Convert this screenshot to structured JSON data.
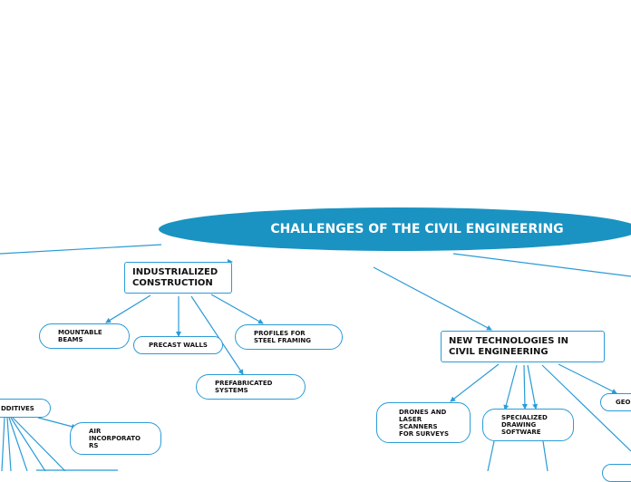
{
  "central_topic": "CHALLENGES OF THE CIVIL ENGINEERING",
  "main_topics": {
    "industrialized": [
      "INDUSTRIALIZED",
      "CONSTRUCTION"
    ],
    "new_tech": [
      "NEW TECHNOLOGIES IN",
      "CIVIL ENGINEERING"
    ]
  },
  "sub_topics": {
    "mountable_beams": [
      "MOUNTABLE",
      "BEAMS"
    ],
    "precast_walls": [
      "PRECAST WALLS"
    ],
    "profiles_steel": [
      "PROFILES FOR",
      "STEEL FRAMING"
    ],
    "prefabricated": [
      "PREFABRICATED",
      "SYSTEMS"
    ],
    "additives": [
      "DDITIVES"
    ],
    "air_incorporators": [
      "AIR",
      "INCORPORATO",
      "RS"
    ],
    "drones": [
      "DRONES AND",
      "LASER",
      "SCANNERS",
      "FOR SURVEYS"
    ],
    "drawing_software": [
      "SPECIALIZED",
      "DRAWING",
      "SOFTWARE"
    ],
    "geo": [
      "GEO"
    ]
  },
  "colors": {
    "connector": "#2a9bd7",
    "central_fill": "#1a93c2",
    "node_border": "#2a9bd7"
  }
}
